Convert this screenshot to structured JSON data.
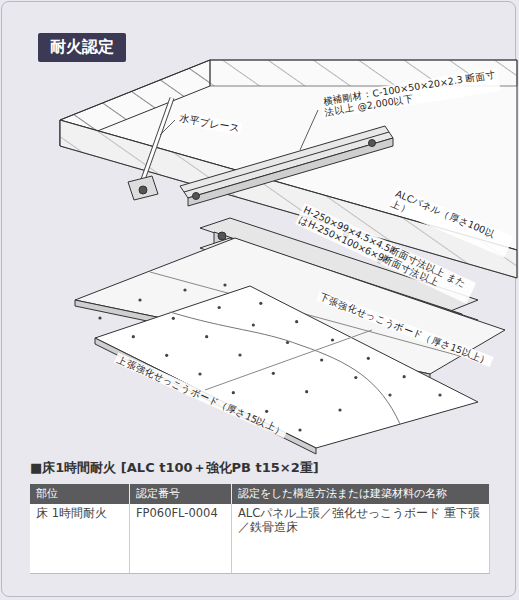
{
  "diagram": {
    "title": "耐火認定",
    "labels": [
      "水平ブレース",
      "横補剛材：C-100×50×20×2.3 断面寸法以上 @2,000以下",
      "ALCパネル（厚さ100以上）",
      "H-250×99×4.5×4.5断面寸法以上 またはH-250×100×6×9断面寸法以上",
      "下張強化せっこうボード（厚さ15以上）",
      "上張強化せっこうボード（厚さ15以上）",
      "■床1時間耐火 [ALC t100＋強化PB t15×2重]",
      "部位",
      "認定番号",
      "認定をした構造方法または建築材料の名称",
      "床 1時間耐火",
      "FP060FL-0004",
      "ALCパネル上張／強化せっこうボード 重下張／鉄骨造床"
    ]
  }
}
